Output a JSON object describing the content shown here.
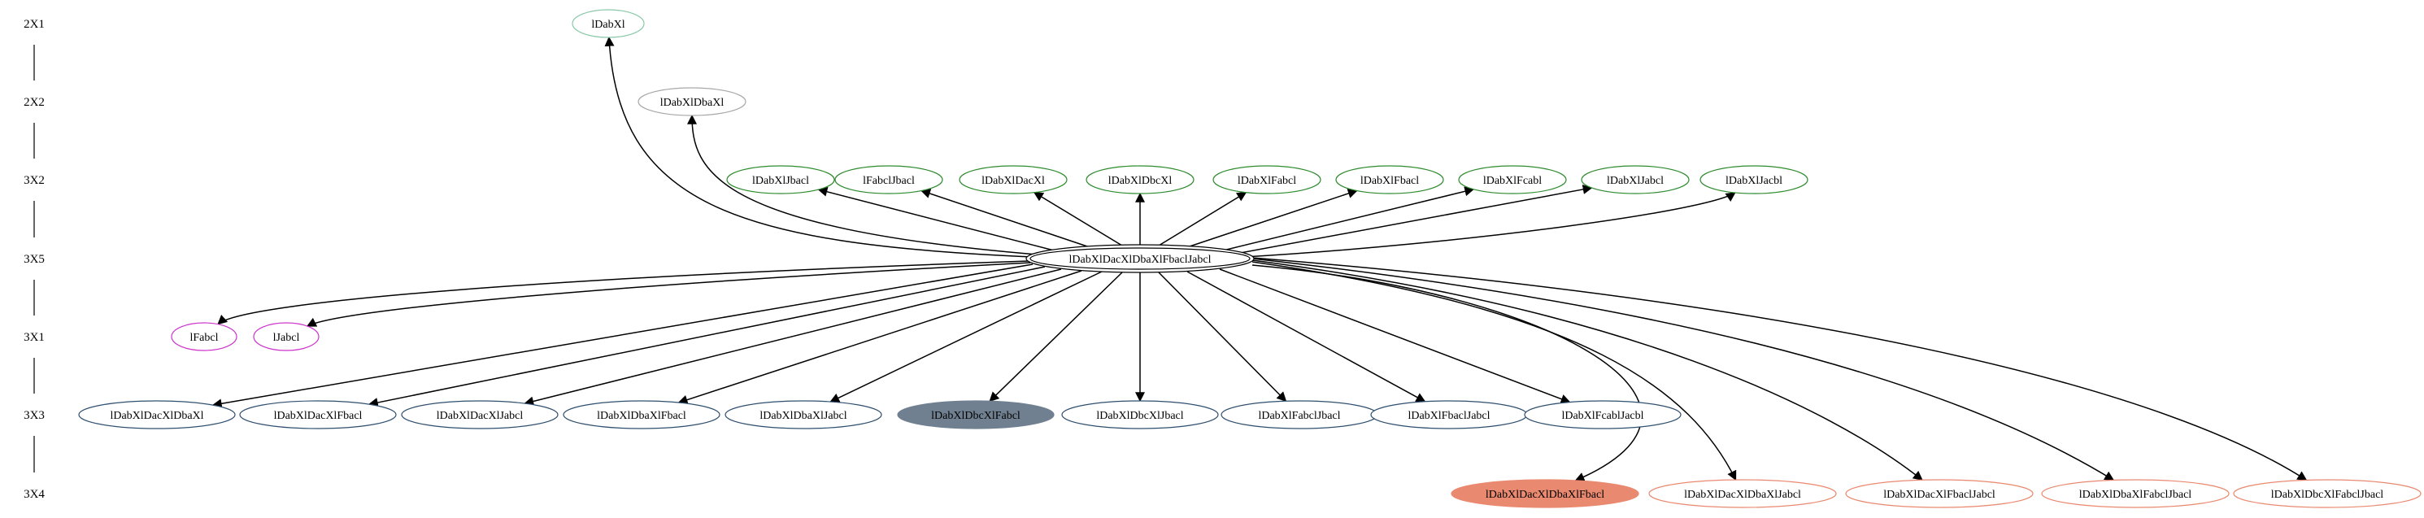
{
  "rank_labels": [
    "2X1",
    "2X2",
    "3X2",
    "3X5",
    "3X1",
    "3X3",
    "3X4"
  ],
  "center": {
    "label": "lDabXlDacXlDbaXlFbaclJabcl"
  },
  "nodes": [
    {
      "label": "lDabXl",
      "color": "#88c8a8",
      "fill": "none"
    },
    {
      "label": "lDabXlDbaXl",
      "color": "#a8a8a8",
      "fill": "none"
    },
    {
      "label": "lDabXlJbacl",
      "color": "#2e8b2e",
      "fill": "none"
    },
    {
      "label": "lFabclJbacl",
      "color": "#2e8b2e",
      "fill": "none"
    },
    {
      "label": "lDabXlDacXl",
      "color": "#2e8b2e",
      "fill": "none"
    },
    {
      "label": "lDabXlDbcXl",
      "color": "#2e8b2e",
      "fill": "none"
    },
    {
      "label": "lDabXlFabcl",
      "color": "#2e8b2e",
      "fill": "none"
    },
    {
      "label": "lDabXlFbacl",
      "color": "#2e8b2e",
      "fill": "none"
    },
    {
      "label": "lDabXlFcabl",
      "color": "#2e8b2e",
      "fill": "none"
    },
    {
      "label": "lDabXlJabcl",
      "color": "#2e8b2e",
      "fill": "none"
    },
    {
      "label": "lDabXlJacbl",
      "color": "#2e8b2e",
      "fill": "none"
    },
    {
      "label": "lFabcl",
      "color": "#cc33cc",
      "fill": "none"
    },
    {
      "label": "lJabcl",
      "color": "#cc33cc",
      "fill": "none"
    },
    {
      "label": "lDabXlDacXlDbaXl",
      "color": "#2f4f6f",
      "fill": "none"
    },
    {
      "label": "lDabXlDacXlFbacl",
      "color": "#2f4f6f",
      "fill": "none"
    },
    {
      "label": "lDabXlDacXlJabcl",
      "color": "#2f4f6f",
      "fill": "none"
    },
    {
      "label": "lDabXlDbaXlFbacl",
      "color": "#2f4f6f",
      "fill": "none"
    },
    {
      "label": "lDabXlDbaXlJabcl",
      "color": "#2f4f6f",
      "fill": "none"
    },
    {
      "label": "lDabXlDbcXlFabcl",
      "color": "#708090",
      "fill": "#708090"
    },
    {
      "label": "lDabXlDbcXlJbacl",
      "color": "#2f4f6f",
      "fill": "none"
    },
    {
      "label": "lDabXlFabclJbacl",
      "color": "#2f4f6f",
      "fill": "none"
    },
    {
      "label": "lDabXlFbaclJabcl",
      "color": "#2f4f6f",
      "fill": "none"
    },
    {
      "label": "lDabXlFcablJacbl",
      "color": "#2f4f6f",
      "fill": "none"
    },
    {
      "label": "lDabXlDacXlDbaXlFbacl",
      "color": "#e9896f",
      "fill": "#e9896f"
    },
    {
      "label": "lDabXlDacXlDbaXlJabcl",
      "color": "#e9896f",
      "fill": "none"
    },
    {
      "label": "lDabXlDacXlFbaclJabcl",
      "color": "#e9896f",
      "fill": "none"
    },
    {
      "label": "lDabXlDbaXlFabclJbacl",
      "color": "#e9896f",
      "fill": "none"
    },
    {
      "label": "lDabXlDbcXlFabclJbacl",
      "color": "#e9896f",
      "fill": "none"
    }
  ]
}
